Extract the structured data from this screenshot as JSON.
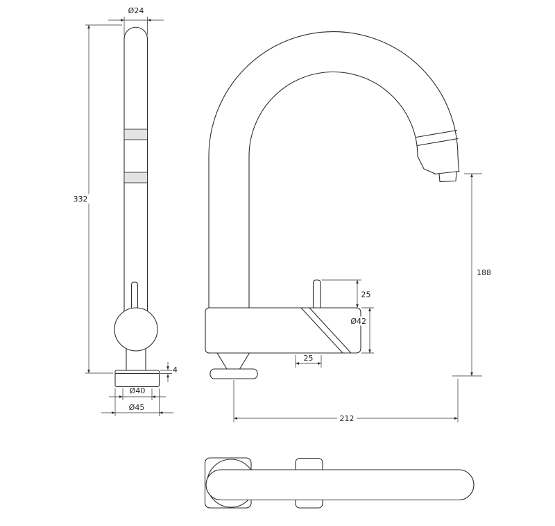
{
  "colors": {
    "line": "#2b2b2b",
    "background": "#ffffff"
  },
  "dimensions": {
    "spout_tip_diameter": "Ø24",
    "overall_height": "332",
    "base_plate_thickness": "4",
    "base_inner_diameter": "Ø40",
    "base_outer_diameter": "Ø45",
    "handle_clearance": "25",
    "valve_body_diameter": "Ø42",
    "handle_offset": "25",
    "spout_outlet_height": "188",
    "spout_reach": "212"
  }
}
